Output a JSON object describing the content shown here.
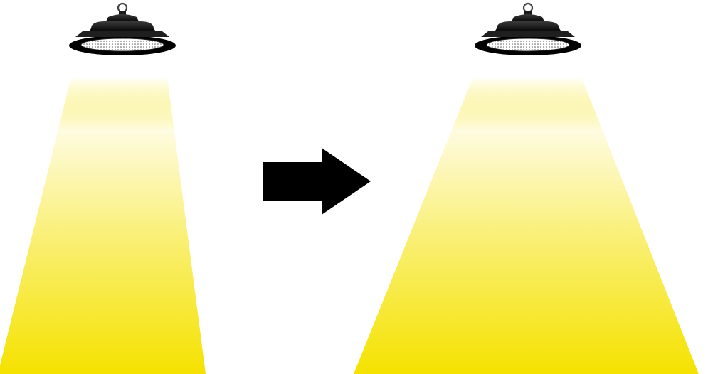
{
  "diagram": {
    "colors": {
      "background": "#ffffff",
      "beam_color": "#f5e200",
      "lamp_body": "#111111",
      "lamp_highlight": "#3a3a3a",
      "diffuser": "#ffffff",
      "diffuser_dots": "#555555",
      "arrow": "#000000"
    },
    "elements": [
      {
        "role": "before",
        "icon": "high-bay-lamp-icon",
        "beam": "narrow"
      },
      {
        "role": "transition",
        "icon": "arrow-right-icon"
      },
      {
        "role": "after",
        "icon": "high-bay-lamp-icon",
        "beam": "wide"
      }
    ]
  }
}
